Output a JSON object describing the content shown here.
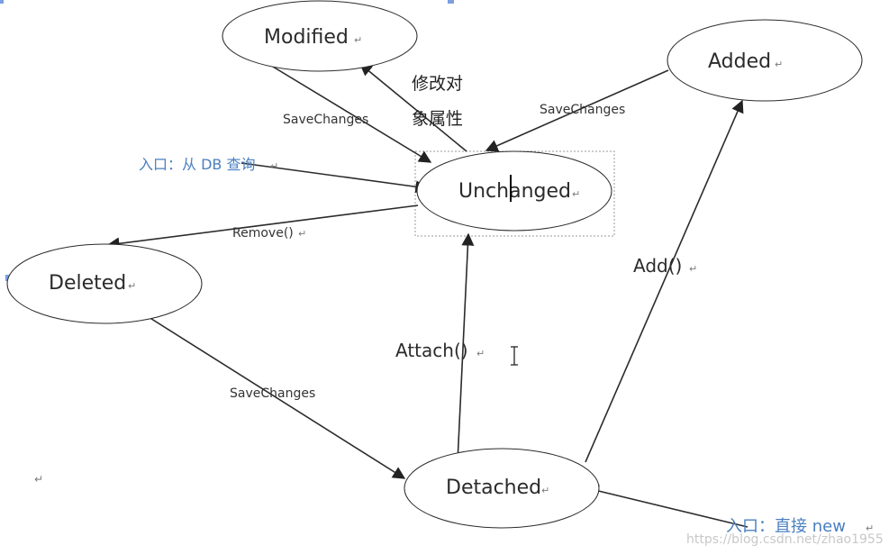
{
  "colors": {
    "line": "#2b2b2b",
    "arrow": "#222222",
    "entry_text": "#4a7fc1",
    "selection_border": "#9a9a9a",
    "handle": "#7b9fe0",
    "watermark": "#c8c8c8"
  },
  "states": {
    "modified": "Modified",
    "added": "Added",
    "unchanged": "Unchanged",
    "deleted": "Deleted",
    "detached": "Detached"
  },
  "edges": {
    "modified_to_unchanged": "SaveChanges",
    "modify_object_line1": "修改对",
    "modify_object_line2": "象属性",
    "added_to_unchanged": "SaveChanges",
    "unchanged_to_deleted": "Remove()",
    "deleted_to_detached": "SaveChanges",
    "attach": "Attach()",
    "add": "Add()"
  },
  "entries": {
    "query_from_db": "入口：从 DB 查询",
    "new_direct": "入口：直接 new"
  },
  "paragraph_mark": "↵",
  "watermark": "https://blog.csdn.net/zhao1955"
}
